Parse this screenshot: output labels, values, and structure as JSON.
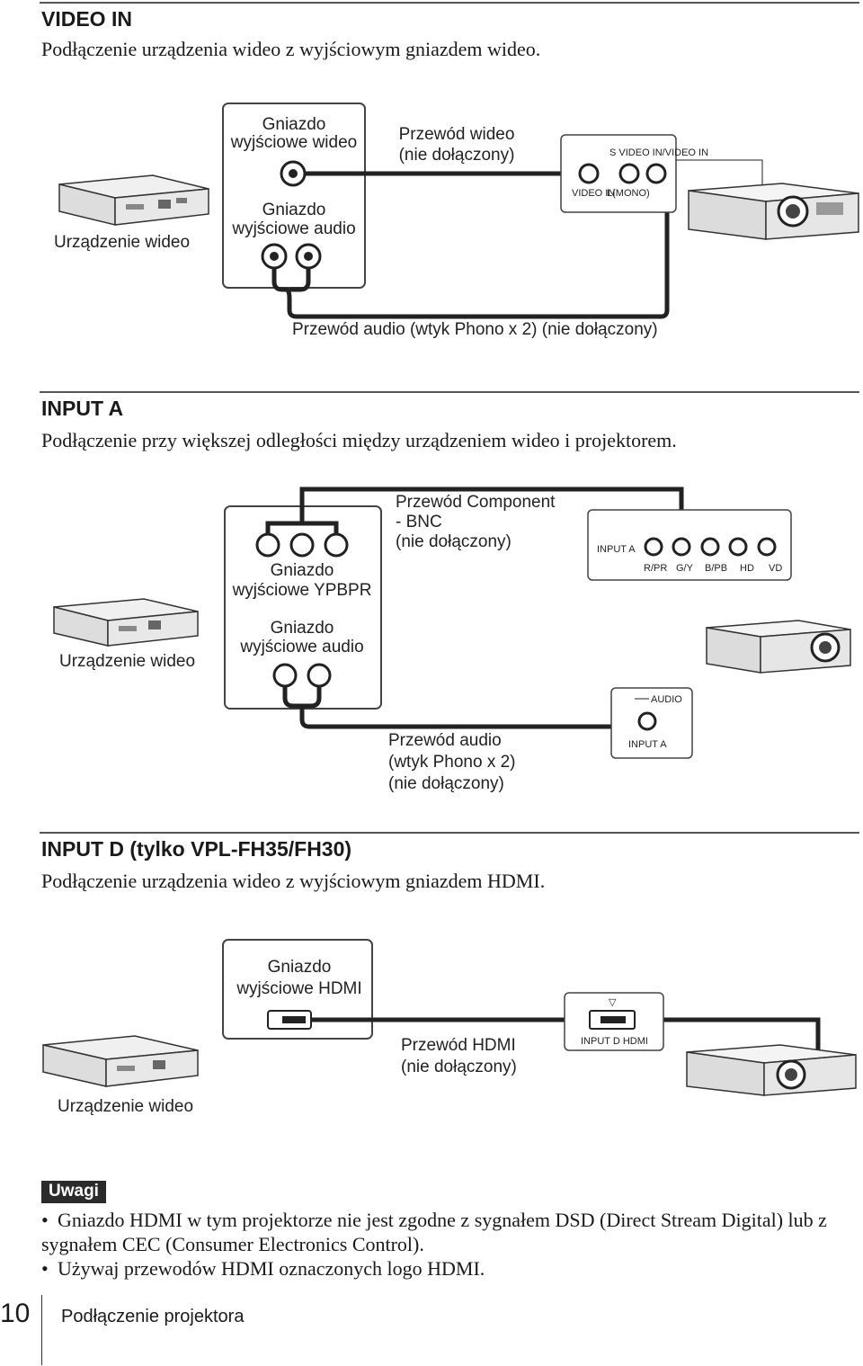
{
  "sections": [
    {
      "title": "VIDEO IN",
      "intro": "Podłączenie urządzenia wideo z wyjściowym gniazdem wideo.",
      "labels": {
        "video_out": [
          "Gniazdo",
          "wyjściowe wideo"
        ],
        "audio_out": [
          "Gniazdo",
          "wyjściowe audio"
        ],
        "device": "Urządzenie wideo",
        "video_cable": [
          "Przewód wideo",
          "(nie dołączony)"
        ],
        "audio_cable": "Przewód audio (wtyk Phono x 2) (nie dołączony)",
        "panel_svideo": "S VIDEO IN/VIDEO IN",
        "panel_videoin": "VIDEO IN",
        "panel_lmono": "L(MONO)"
      }
    },
    {
      "title": "INPUT A",
      "intro": "Podłączenie przy większej odległości między urządzeniem wideo i projektorem.",
      "labels": {
        "component_out": [
          "Gniazdo",
          "wyjściowe YPBPR"
        ],
        "audio_out": [
          "Gniazdo",
          "wyjściowe audio"
        ],
        "device": "Urządzenie wideo",
        "component_cable": [
          "Przewód Component",
          " - BNC",
          "(nie dołączony)"
        ],
        "audio_cable": [
          "Przewód audio",
          "(wtyk Phono x 2)",
          "(nie dołączony)"
        ],
        "panel_input": "INPUT A",
        "panel_pins": [
          "R/PR",
          "G/Y",
          "B/PB",
          "HD",
          "VD"
        ],
        "panel_audio": "AUDIO",
        "panel_audio_input": "INPUT A"
      }
    },
    {
      "title": "INPUT D (tylko VPL-FH35/FH30)",
      "intro": "Podłączenie urządzenia wideo z wyjściowym gniazdem HDMI.",
      "labels": {
        "hdmi_out": [
          "Gniazdo",
          "wyjściowe HDMI"
        ],
        "device": "Urządzenie wideo",
        "hdmi_cable": [
          "Przewód HDMI",
          "(nie dołączony)"
        ],
        "panel_input": "INPUT D  HDMI",
        "panel_arrow": "▽"
      }
    }
  ],
  "notes": {
    "badge": "Uwagi",
    "items": [
      "Gniazdo HDMI w tym projektorze nie jest zgodne z sygnałem DSD (Direct Stream Digital) lub z sygnałem CEC (Consumer Electronics Control).",
      "Używaj przewodów HDMI oznaczonych logo HDMI."
    ],
    "bullet": "•"
  },
  "footer": {
    "page_number": "10",
    "section": "Podłączenie projektora"
  }
}
